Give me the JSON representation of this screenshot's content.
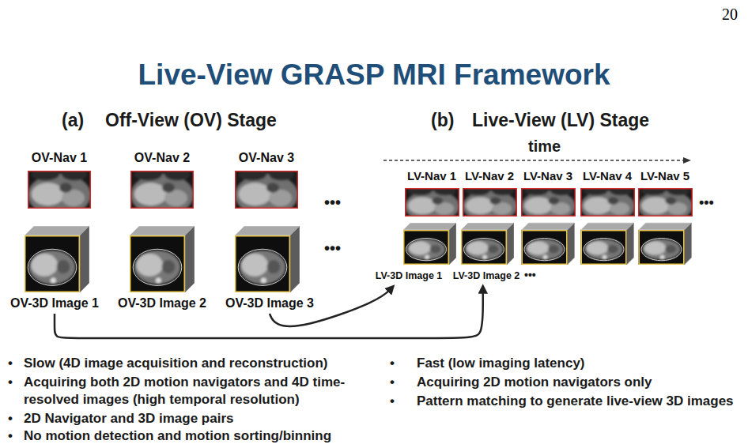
{
  "diagram": {
    "title": "Live-View GRASP MRI Framework",
    "nodes": [
      {
        "text": [
          "OV-Nav 1"
        ]
      },
      {
        "text": [
          "OV-Nav 2"
        ]
      },
      {
        "text": [
          "OV-Nav 3"
        ]
      },
      {
        "text": [
          "OV-3D Image 1"
        ]
      },
      {
        "text": [
          "OV-3D Image 2"
        ]
      },
      {
        "text": [
          "OV-3D Image 3"
        ]
      },
      {
        "text": [
          "LV-Nav 1"
        ]
      },
      {
        "text": [
          "LV-Nav 2"
        ]
      },
      {
        "text": [
          "LV-Nav 3"
        ]
      },
      {
        "text": [
          "LV-Nav 4"
        ]
      },
      {
        "text": [
          "LV-Nav 5"
        ]
      },
      {
        "text": [
          "LV-3D Image 1"
        ]
      },
      {
        "text": [
          "LV-3D Image 2"
        ]
      }
    ],
    "edges": [
      {
        "from": 5,
        "to": 11,
        "arrow": "to"
      },
      {
        "from": 3,
        "to": 12,
        "arrow": "to"
      }
    ],
    "labels": [
      "20",
      "(a)",
      "Off-View (OV) Stage",
      "(b)",
      "Live-View (LV) Stage",
      "time",
      "•••",
      "•••",
      "•••",
      "•••",
      "•",
      "Slow (4D image acquisition and reconstruction)",
      "•",
      "Acquiring both 2D motion navigators and 4D time- resolved images (high temporal resolution)",
      "•",
      "2D Navigator and 3D image pairs",
      "•",
      "No motion detection and motion sorting/binning",
      "•",
      "Fast (low imaging latency)",
      "•",
      "Acquiring 2D motion navigators only",
      "•",
      "Pattern matching to generate live-view 3D images"
    ]
  }
}
